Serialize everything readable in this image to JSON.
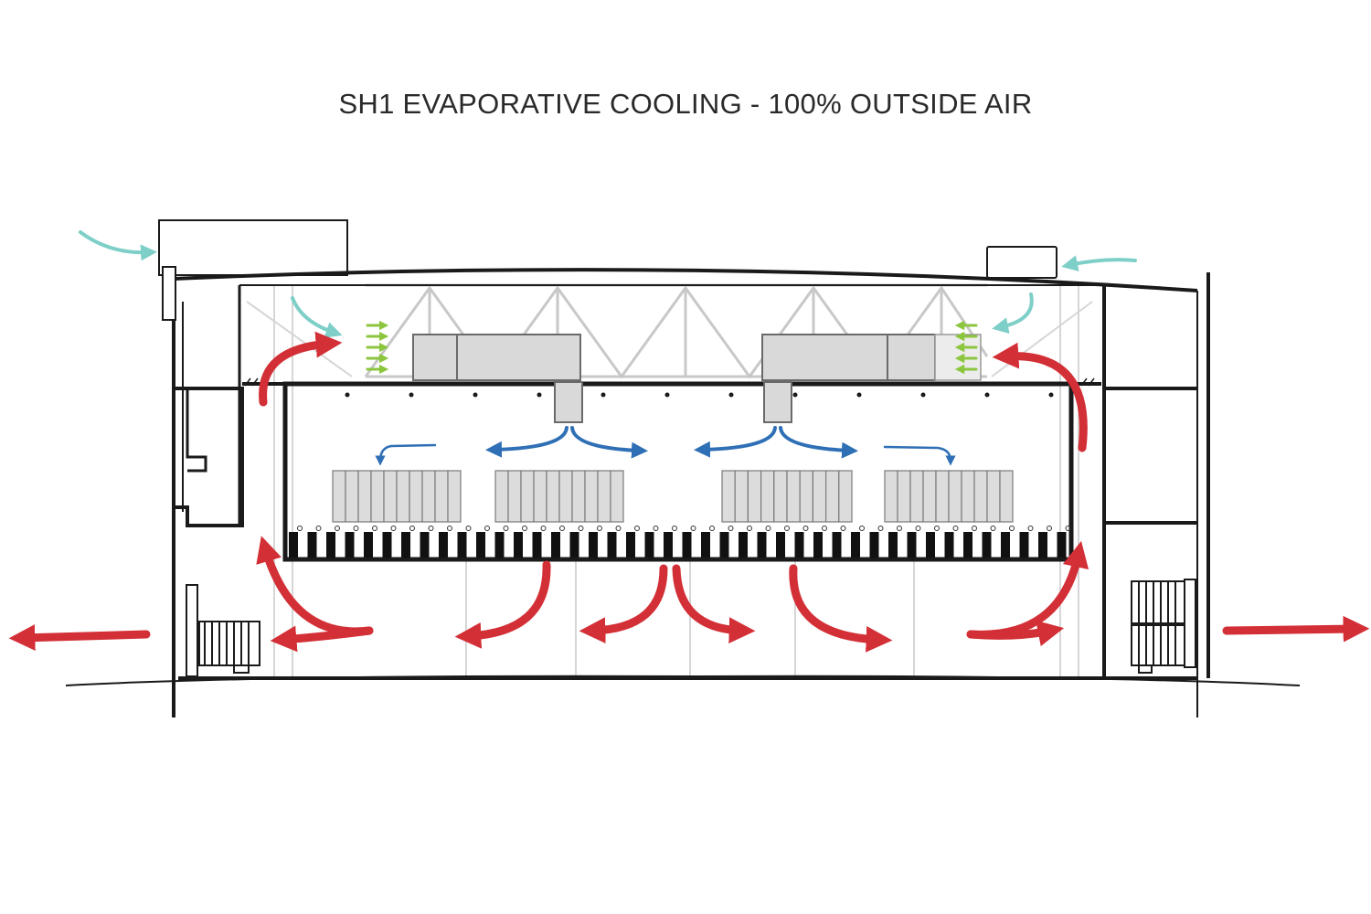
{
  "title": "SH1 EVAPORATIVE COOLING - 100% OUTSIDE AIR",
  "colors": {
    "background": "#ffffff",
    "structure": "#1a1a1a",
    "truss": "#c8c8c8",
    "equipment_fill": "#d9d9d9",
    "equipment_stroke": "#6a6a6a",
    "outside_air_arrow": "#7ecfc8",
    "cooled_supply_arrow": "#2f6fb5",
    "hot_exhaust_arrow": "#d32f36",
    "evaporative_media_arrow": "#8cc63f"
  },
  "legend_semantics": {
    "outside_air_arrow": "outside-air-intake",
    "cooled_supply_arrow": "cooled-supply-air",
    "hot_exhaust_arrow": "hot-exhaust-air",
    "evaporative_media_arrow": "evaporative-media-flow"
  }
}
